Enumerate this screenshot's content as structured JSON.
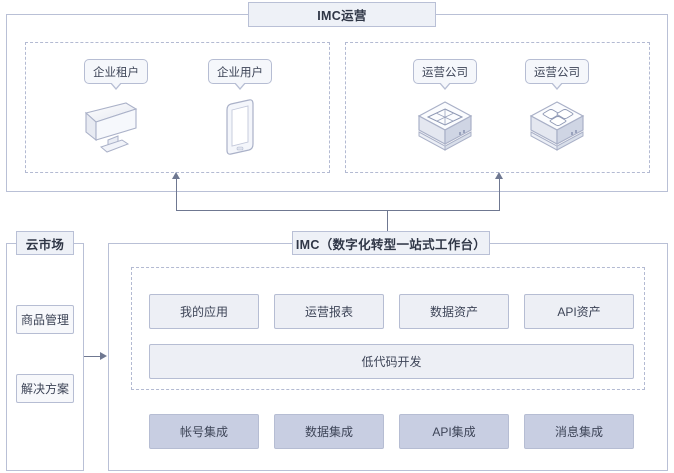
{
  "diagram": {
    "type": "architecture-block-diagram",
    "background": "#ffffff",
    "palette": {
      "border": "#b9c0d6",
      "dashed_border": "#b3bad2",
      "tile_light": "#edeff5",
      "tile_dark": "#c8cee2",
      "title_tab_fill": "#eef1f7",
      "connector": "#6f7891",
      "text": "#3d4457"
    }
  },
  "top_section": {
    "title": "IMC运营",
    "groups": [
      {
        "name": "user-group",
        "nodes": [
          {
            "label": "企业租户",
            "icon": "monitor-icon"
          },
          {
            "label": "企业用户",
            "icon": "smartphone-icon"
          }
        ]
      },
      {
        "name": "operator-group",
        "nodes": [
          {
            "label": "运营公司",
            "icon": "server-cube-grid-icon"
          },
          {
            "label": "运营公司",
            "icon": "server-cube-apps-icon"
          }
        ]
      }
    ]
  },
  "marketplace": {
    "title": "云市场",
    "items": [
      {
        "label": "商品管理"
      },
      {
        "label": "解决方案"
      }
    ]
  },
  "platform": {
    "title": "IMC（数字化转型一站式工作台）",
    "capability_group": {
      "row_modules": [
        {
          "label": "我的应用"
        },
        {
          "label": "运营报表"
        },
        {
          "label": "数据资产"
        },
        {
          "label": "API资产"
        }
      ],
      "wide_module": {
        "label": "低代码开发"
      }
    },
    "integration_modules": [
      {
        "label": "帐号集成"
      },
      {
        "label": "数据集成"
      },
      {
        "label": "API集成"
      },
      {
        "label": "消息集成"
      }
    ]
  }
}
